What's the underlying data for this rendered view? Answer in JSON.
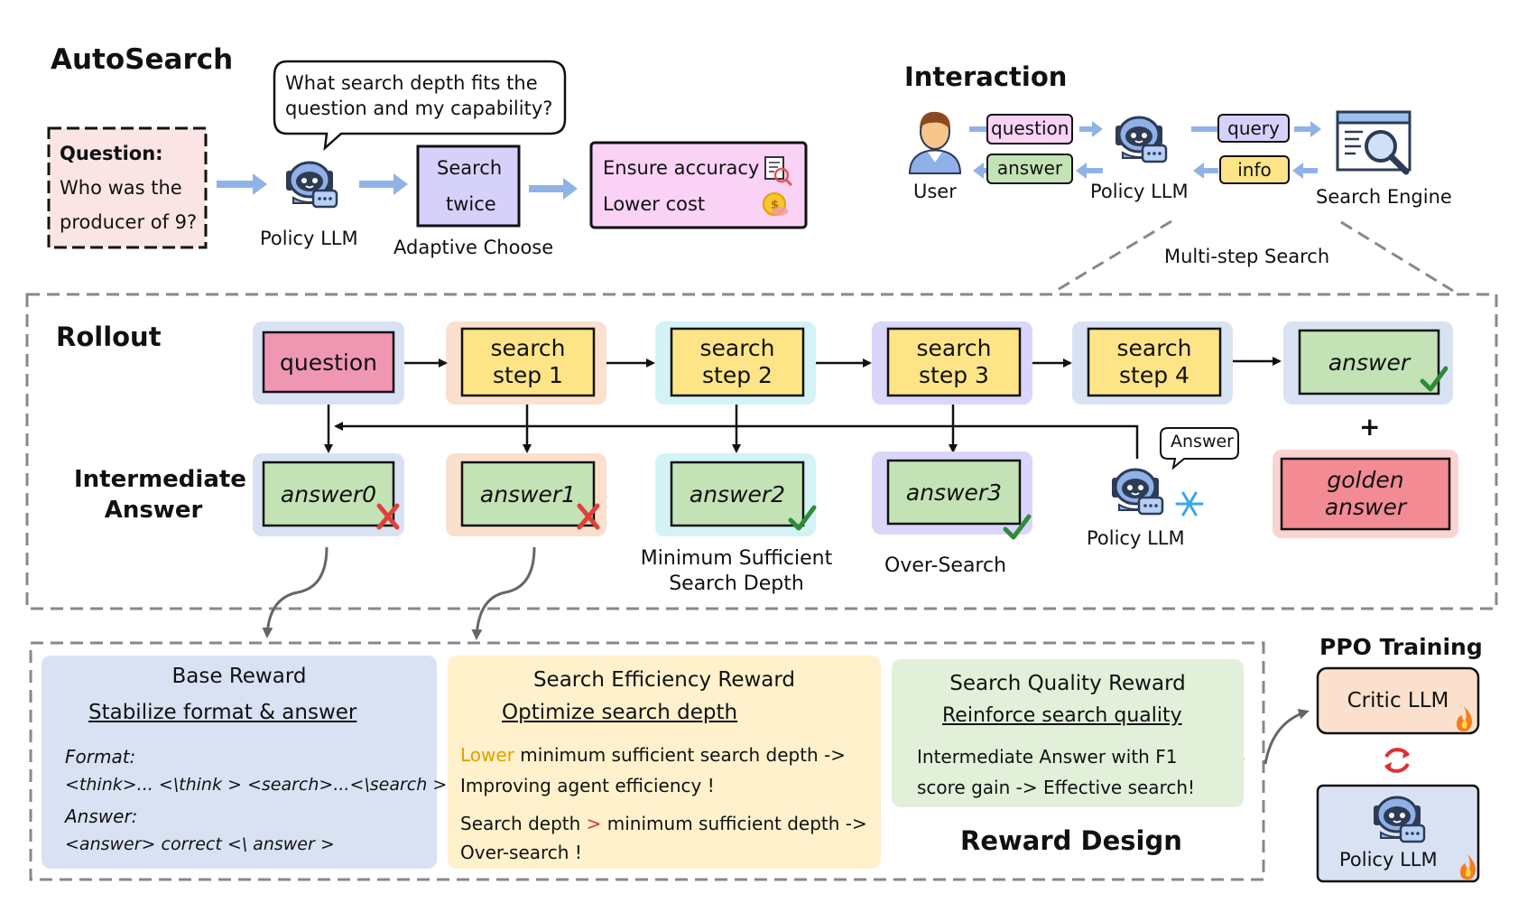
{
  "top": {
    "title": "AutoSearch",
    "question_label": "Question:",
    "question_line1": "Who was the",
    "question_line2": "producer of 9?",
    "thought_line1": "What search depth fits the",
    "thought_line2": "question and my capability?",
    "policy_llm": "Policy LLM",
    "search_twice_line1": "Search",
    "search_twice_line2": "twice",
    "adaptive_choose": "Adaptive Choose",
    "goal_line1": "Ensure accuracy",
    "goal_line2": "Lower cost"
  },
  "interaction": {
    "title": "Interaction",
    "user": "User",
    "question": "question",
    "answer": "answer",
    "policy_llm": "Policy LLM",
    "query": "query",
    "info": "info",
    "search_engine": "Search Engine",
    "multi_step": "Multi-step Search"
  },
  "rollout": {
    "title": "Rollout",
    "question": "question",
    "steps": [
      {
        "line1": "search",
        "line2": "step 1"
      },
      {
        "line1": "search",
        "line2": "step 2"
      },
      {
        "line1": "search",
        "line2": "step 3"
      },
      {
        "line1": "search",
        "line2": "step 4"
      }
    ],
    "answer": "answer",
    "plus": "+",
    "golden_line1": "golden",
    "golden_line2": "answer",
    "intermediate_line1": "Intermediate",
    "intermediate_line2": "Answer",
    "answers": [
      "answer0",
      "answer1",
      "answer2",
      "answer3"
    ],
    "min_sufficient_line1": "Minimum Sufficient",
    "min_sufficient_line2": "Search Depth",
    "over_search": "Over-Search",
    "answer_bubble": "Answer",
    "policy_llm": "Policy LLM"
  },
  "rewards": {
    "base": {
      "title": "Base Reward",
      "subtitle": "Stabilize format & answer",
      "format_label": "Format:",
      "format_value": "<think>... <\\think > <search>...<\\search >",
      "answer_label": "Answer:",
      "answer_value": "<answer> correct <\\ answer >"
    },
    "efficiency": {
      "title": "Search Efficiency Reward",
      "subtitle": "Optimize search depth",
      "line1_highlight": "Lower",
      "line1_rest": " minimum sufficient  search depth ->",
      "line2": "Improving agent efficiency !",
      "line3_start": "Search depth ",
      "line3_highlight": ">",
      "line3_rest": " minimum sufficient  depth ->",
      "line4": "Over-search !"
    },
    "quality": {
      "title": "Search Quality Reward",
      "subtitle": "Reinforce search quality",
      "line1": "Intermediate Answer with F1",
      "line2": "score gain -> Effective search!"
    },
    "design": "Reward Design"
  },
  "ppo": {
    "title": "PPO Training",
    "critic": "Critic LLM",
    "policy": "Policy LLM"
  },
  "colors": {
    "arrow_blue": "#8fb3e6",
    "pink": "#ef97b2",
    "yellow": "#fde587",
    "green": "#c3e2b5",
    "lavender": "#d6d1fb",
    "goal_pink": "#f9d2f6",
    "golden": "#f28b93",
    "highlight_orange": "#e0a000",
    "highlight_red": "#e03030"
  },
  "icons": [
    "robot-icon",
    "user-icon",
    "search-engine-icon",
    "check-icon",
    "cross-icon",
    "snowflake-icon",
    "thumbs-up-icon",
    "thumbs-down-icon",
    "fire-icon",
    "refresh-icon",
    "coin-icon",
    "document-search-icon",
    "scroll-icon",
    "magnifier-gear-icon",
    "weightlifter-icon"
  ]
}
